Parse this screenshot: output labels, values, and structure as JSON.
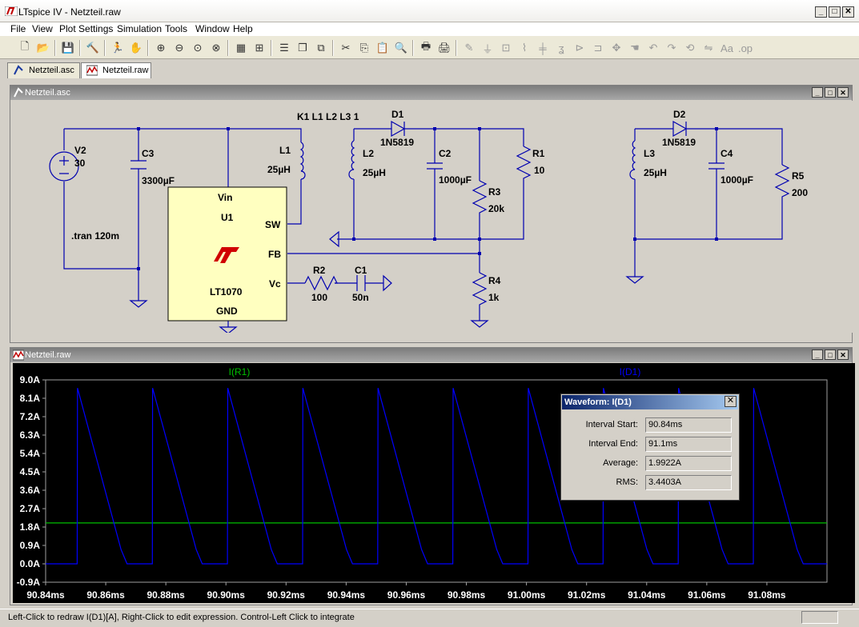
{
  "window": {
    "title": "LTspice IV - Netzteil.raw"
  },
  "menu": [
    "File",
    "View",
    "Plot Settings",
    "Simulation",
    "Tools",
    "Window",
    "Help"
  ],
  "tabs": [
    {
      "label": "Netzteil.asc"
    },
    {
      "label": "Netzteil.raw"
    }
  ],
  "schematic": {
    "caption": "Netzteil.asc",
    "spice_directive": ".tran 120m",
    "coupling": "K1 L1 L2 L3 1",
    "ic": {
      "pins": {
        "vin": "Vin",
        "sw": "SW",
        "fb": "FB",
        "vc": "Vc",
        "gnd": "GND"
      },
      "ref": "U1",
      "part": "LT1070"
    },
    "components": {
      "V2": {
        "ref": "V2",
        "value": "30"
      },
      "C3": {
        "ref": "C3",
        "value": "3300µF"
      },
      "L1": {
        "ref": "L1",
        "value": "25µH"
      },
      "L2": {
        "ref": "L2",
        "value": "25µH"
      },
      "D1": {
        "ref": "D1",
        "value": "1N5819"
      },
      "C2": {
        "ref": "C2",
        "value": "1000µF"
      },
      "R1": {
        "ref": "R1",
        "value": "10"
      },
      "R3": {
        "ref": "R3",
        "value": "20k"
      },
      "R4": {
        "ref": "R4",
        "value": "1k"
      },
      "R2": {
        "ref": "R2",
        "value": "100"
      },
      "C1": {
        "ref": "C1",
        "value": "50n"
      },
      "L3": {
        "ref": "L3",
        "value": "25µH"
      },
      "D2": {
        "ref": "D2",
        "value": "1N5819"
      },
      "C4": {
        "ref": "C4",
        "value": "1000µF"
      },
      "R5": {
        "ref": "R5",
        "value": "200"
      }
    }
  },
  "plot": {
    "caption": "Netzteil.raw",
    "colors": {
      "bg": "#000000",
      "grid": "#a0a0a0",
      "trace_r1": "#00c000",
      "trace_d1": "#0000ff",
      "text": "#ffffff"
    }
  },
  "chart_data": {
    "type": "line",
    "x_unit": "ms",
    "y_unit": "A",
    "xlim": [
      90.84,
      91.1
    ],
    "ylim": [
      -0.9,
      9.0
    ],
    "x_ticks": [
      "90.84ms",
      "90.86ms",
      "90.88ms",
      "90.90ms",
      "90.92ms",
      "90.94ms",
      "90.96ms",
      "90.98ms",
      "91.00ms",
      "91.02ms",
      "91.04ms",
      "91.06ms",
      "91.08ms"
    ],
    "y_ticks": [
      "9.0A",
      "8.1A",
      "7.2A",
      "6.3A",
      "5.4A",
      "4.5A",
      "3.6A",
      "2.7A",
      "1.8A",
      "0.9A",
      "0.0A",
      "-0.9A"
    ],
    "series": [
      {
        "name": "I(R1)",
        "color": "#00c000",
        "kind": "constant",
        "value": 2.0
      },
      {
        "name": "I(D1)",
        "color": "#0000ff",
        "kind": "sawtooth",
        "period": 0.025,
        "first_peak_ms": 90.8506,
        "peak": 8.6,
        "knee": 0.7,
        "fall_ms": 0.0145,
        "tail_ms": 0.002
      }
    ]
  },
  "waveform_dialog": {
    "title": "Waveform: I(D1)",
    "rows": [
      {
        "label": "Interval Start:",
        "value": "90.84ms"
      },
      {
        "label": "Interval End:",
        "value": "91.1ms"
      },
      {
        "label": "Average:",
        "value": "1.9922A"
      },
      {
        "label": "RMS:",
        "value": "3.4403A"
      }
    ]
  },
  "status": {
    "text": "Left-Click to redraw I(D1)[A],  Right-Click to edit expression. Control-Left Click to integrate"
  }
}
